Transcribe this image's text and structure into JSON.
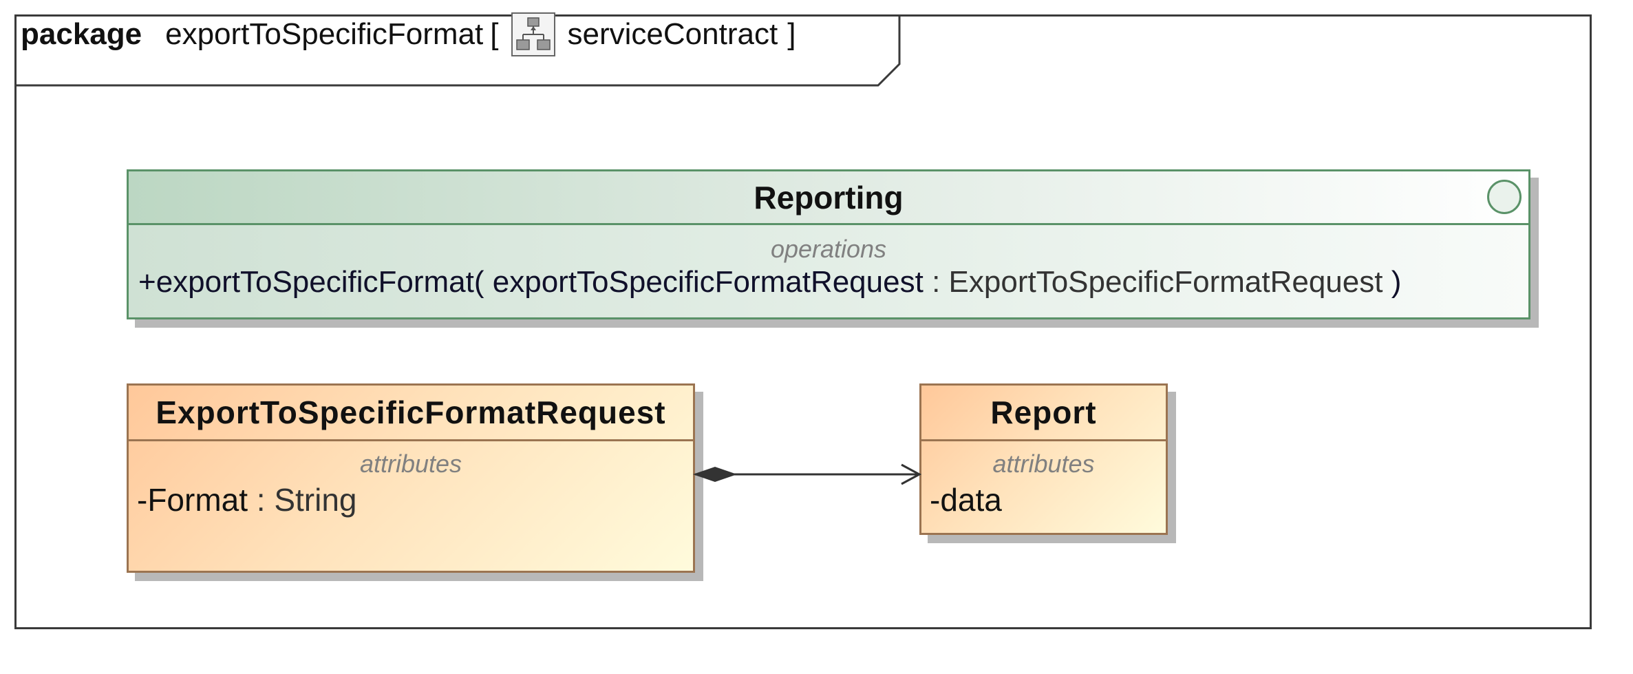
{
  "package": {
    "keyword": "package",
    "name": "exportToSpecificFormat",
    "open_bracket": "[",
    "diagram_type": "serviceContract",
    "close_bracket": "]",
    "diagram_icon": "class-diagram-icon"
  },
  "interface": {
    "name": "Reporting",
    "icon": "interface-lollipop-icon",
    "compartment_title": "operations",
    "operation": {
      "prefix": "+exportToSpecificFormat(",
      "param_name": "exportToSpecificFormatRequest",
      "separator": ":",
      "param_type": "ExportToSpecificFormatRequest",
      "suffix": ")"
    },
    "border_color": "#5a9268"
  },
  "classes": [
    {
      "name": "ExportToSpecificFormatRequest",
      "compartment_title": "attributes",
      "attribute": {
        "name": "-Format",
        "separator": ":",
        "type": "String"
      }
    },
    {
      "name": "Report",
      "compartment_title": "attributes",
      "attribute": {
        "name": "-data"
      }
    }
  ],
  "association": {
    "kind": "composition",
    "source": "ExportToSpecificFormatRequest",
    "target": "Report"
  },
  "colors": {
    "class_border": "#9b7451",
    "class_fill_start": "#ffc89a",
    "class_fill_end": "#fffbdc",
    "interface_fill": "#bcd7c3",
    "frame": "#3a3a3a"
  }
}
